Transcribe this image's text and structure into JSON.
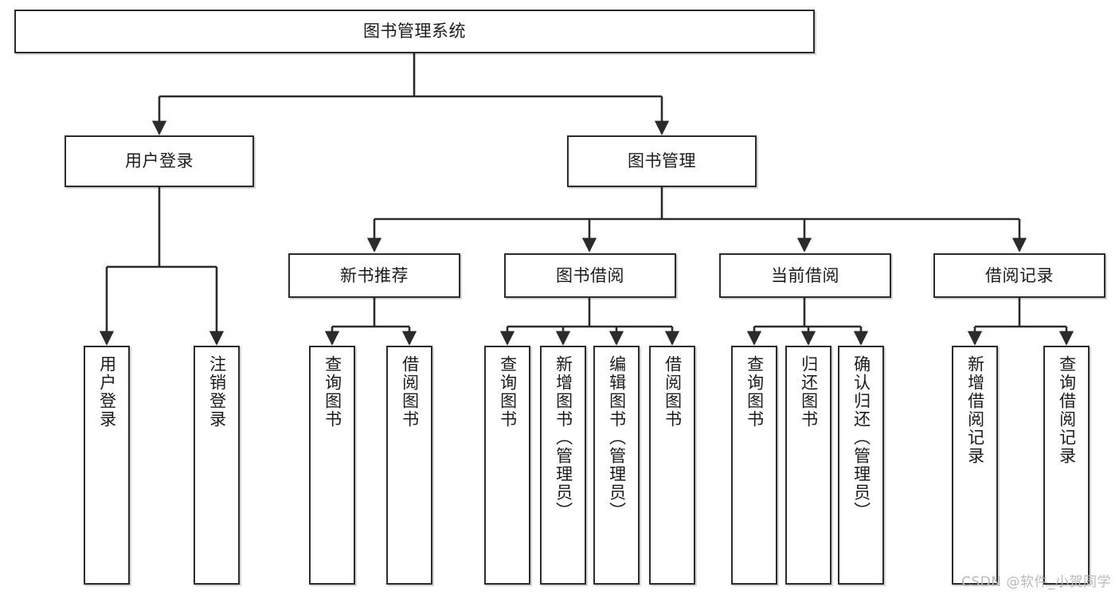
{
  "diagram": {
    "title": "图书管理系统",
    "type": "tree-hierarchy",
    "watermark": "CSDN @软件_小贺同学",
    "colors": {
      "stroke": "#2b2b2b",
      "box_fill": "#ffffff",
      "text": "#1b1b1b",
      "watermark": "#b9b9b9",
      "background": "#ffffff"
    },
    "root": {
      "label": "图书管理系统"
    },
    "level2": [
      {
        "label": "用户登录"
      },
      {
        "label": "图书管理"
      }
    ],
    "level3": [
      {
        "label": "新书推荐"
      },
      {
        "label": "图书借阅"
      },
      {
        "label": "当前借阅"
      },
      {
        "label": "借阅记录"
      }
    ],
    "leaves": {
      "user_login": [
        {
          "label": "用户登录"
        },
        {
          "label": "注销登录"
        }
      ],
      "new_book_recommend": [
        {
          "label": "查询图书"
        },
        {
          "label": "借阅图书"
        }
      ],
      "book_borrow": [
        {
          "label": "查询图书"
        },
        {
          "label": "新增图书（管理员）"
        },
        {
          "label": "编辑图书（管理员）"
        },
        {
          "label": "借阅图书"
        }
      ],
      "current_borrow": [
        {
          "label": "查询图书"
        },
        {
          "label": "归还图书"
        },
        {
          "label": "确认归还（管理员）"
        }
      ],
      "borrow_record": [
        {
          "label": "新增借阅记录"
        },
        {
          "label": "查询借阅记录"
        }
      ]
    }
  }
}
